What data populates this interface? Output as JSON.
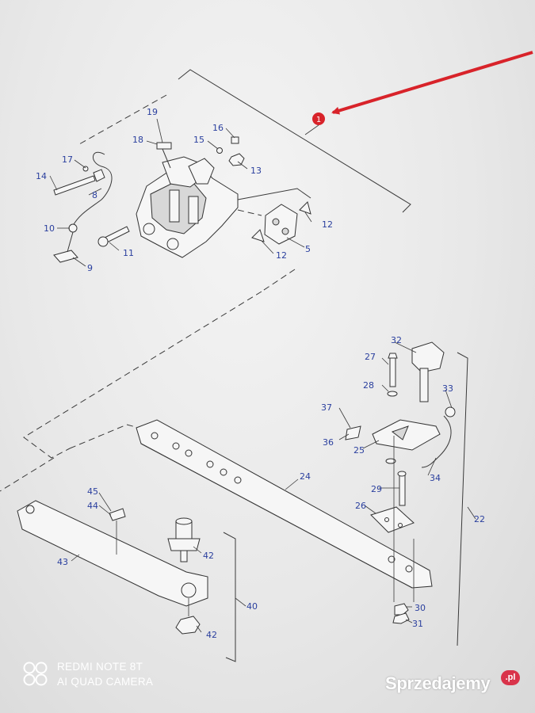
{
  "diagram": {
    "highlight_marker": "1",
    "arrow_color": "#d8232a",
    "label_color": "#2a3f9e",
    "callouts": [
      "1",
      "5",
      "8",
      "9",
      "10",
      "11",
      "12",
      "12",
      "13",
      "14",
      "15",
      "16",
      "17",
      "18",
      "19",
      "22",
      "24",
      "25",
      "26",
      "27",
      "28",
      "29",
      "30",
      "31",
      "32",
      "33",
      "34",
      "36",
      "37",
      "40",
      "42",
      "42",
      "43",
      "44",
      "45"
    ]
  },
  "watermark": {
    "camera_line1": "REDMI NOTE 8T",
    "camera_line2": "AI QUAD CAMERA",
    "site": "Sprzedajemy",
    "site_tld": ".pl"
  }
}
